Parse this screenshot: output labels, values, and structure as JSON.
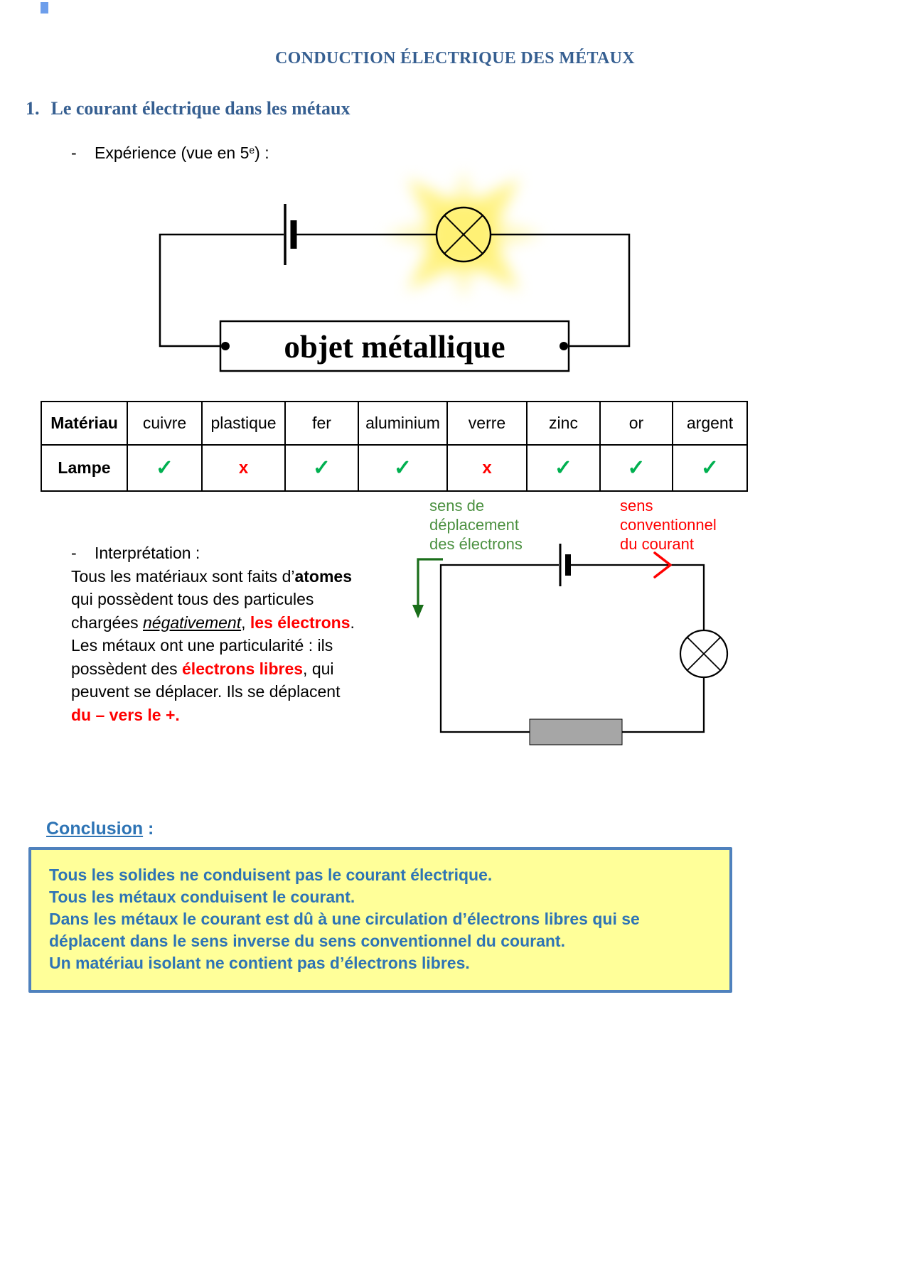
{
  "title": "CONDUCTION ÉLECTRIQUE DES MÉTAUX",
  "section": {
    "number": "1.",
    "heading": "Le courant électrique dans les métaux"
  },
  "experiment": {
    "bullet": "-",
    "text_prefix": "Expérience (vue en 5",
    "text_sup": "e",
    "text_suffix": ") :"
  },
  "circuit1": {
    "box_label": "objet métallique"
  },
  "table": {
    "headers": [
      "Matériau",
      "cuivre",
      "plastique",
      "fer",
      "aluminium",
      "verre",
      "zinc",
      "or",
      "argent"
    ],
    "row_label": "Lampe",
    "results": [
      "✓",
      "x",
      "✓",
      "✓",
      "x",
      "✓",
      "✓",
      "✓"
    ]
  },
  "interpretation": {
    "bullet": "-",
    "label": "Interprétation :",
    "seg1": "Tous les matériaux sont faits d’",
    "seg2": "atomes",
    "seg3": " qui possèdent tous des particules chargées ",
    "seg4": "négativement",
    "seg5": ", ",
    "seg6": "les électrons",
    "seg7": ". Les métaux ont une particularité : ils possèdent des ",
    "seg8": "électrons libres",
    "seg9": ", qui peuvent se déplacer. Ils se déplacent ",
    "seg10": "du – vers le +."
  },
  "diagram2": {
    "electron_label": "sens de\ndéplacement\ndes électrons",
    "current_label": "sens\nconventionnel\ndu courant"
  },
  "conclusion": {
    "label": "Conclusion",
    "colon": " :",
    "lines": [
      "Tous les solides ne conduisent pas le courant électrique.",
      "Tous les métaux conduisent le courant.",
      "Dans les métaux le courant est dû à une circulation d’électrons libres qui se déplacent dans le sens inverse du sens conventionnel du courant.",
      "Un matériau isolant ne contient pas d’électrons libres."
    ]
  },
  "colors": {
    "heading_blue": "#365F91",
    "conclusion_blue": "#2E74B5",
    "check_green": "#00B050",
    "x_red": "#FF0000",
    "electron_green": "#4C9141",
    "current_red": "#FF0000",
    "box_fill": "#FFFF99",
    "box_border": "#4F81BD",
    "resistor_gray": "#A6A6A6"
  }
}
